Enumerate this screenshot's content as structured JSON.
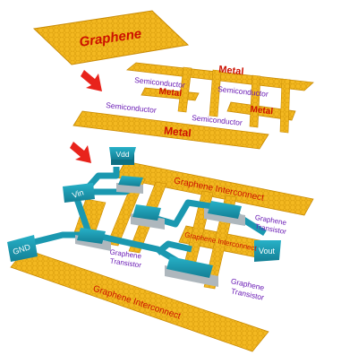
{
  "colors": {
    "graphene": "#f2b51c",
    "graphene_edge": "#c98b05",
    "metal_text": "#cc1100",
    "semiconductor_text": "#6a1bb5",
    "teal": "#1a98b0",
    "teal_dark": "#0d6f82",
    "pad_gray": "#aeb7bd",
    "arrow": "#e8231b"
  },
  "top_layer": {
    "label": "Graphene"
  },
  "middle_layer": {
    "metal_labels": [
      "Metal",
      "Metal",
      "Metal",
      "Metal"
    ],
    "semiconductor_labels": [
      "Semiconductor",
      "Semiconductor",
      "Semiconductor",
      "Semiconductor"
    ]
  },
  "bottom_layer": {
    "nodes": {
      "vdd": "Vdd",
      "vin": "Vin",
      "gnd": "GND",
      "vout": "Vout"
    },
    "interconnect_labels": [
      "Graphene Interconnect",
      "Graphene Interconnect",
      "Graphene Interconnect"
    ],
    "transistor_labels": [
      [
        "Graphene",
        "Transistor"
      ],
      [
        "Graphene",
        "Transistor"
      ],
      [
        "Graphene",
        "Transistor"
      ]
    ]
  },
  "arrows": [
    "down-arrow",
    "down-arrow"
  ]
}
